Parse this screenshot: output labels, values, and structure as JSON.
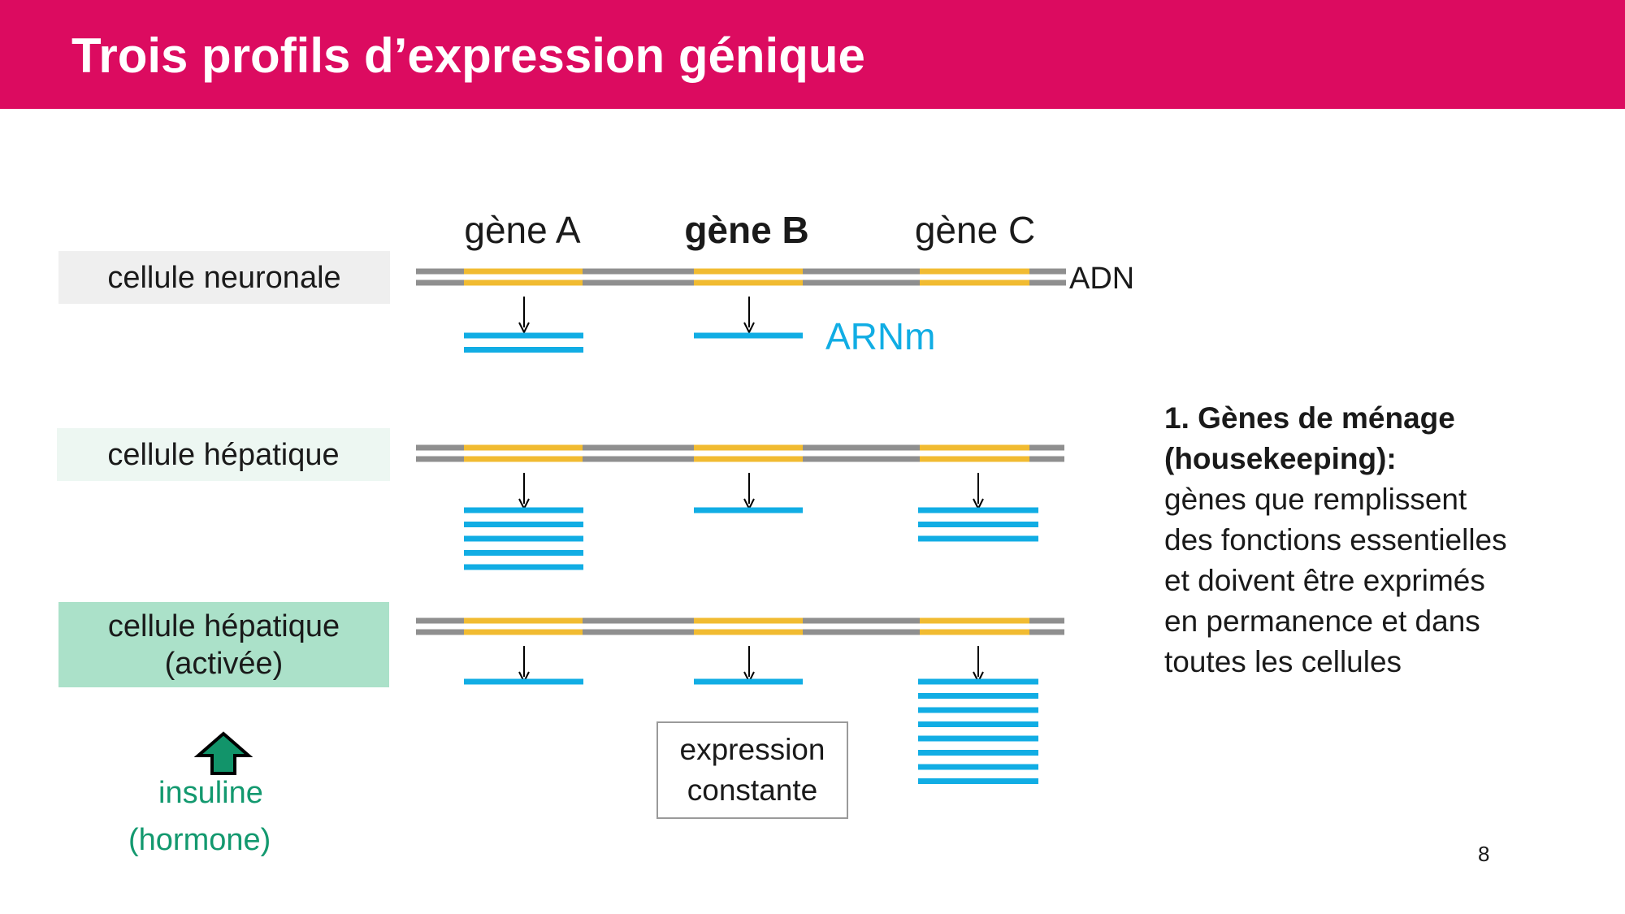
{
  "title": "Trois profils d’expression génique",
  "genes": [
    "gène A",
    "gène B",
    "gène C"
  ],
  "dna_label": "ADN",
  "mrna_label": "ARNm",
  "cells": [
    {
      "label_lines": [
        "cellule neuronale"
      ],
      "bg": "#efefef",
      "mrna_counts": [
        2,
        1,
        0
      ]
    },
    {
      "label_lines": [
        "cellule hépatique"
      ],
      "bg": "#edf7f2",
      "mrna_counts": [
        5,
        1,
        3
      ]
    },
    {
      "label_lines": [
        "cellule hépatique",
        "(activée)"
      ],
      "bg": "#abe1c9",
      "mrna_counts": [
        1,
        1,
        8
      ]
    }
  ],
  "stimulus": {
    "line1": "insuline",
    "line2": "(hormone)"
  },
  "box": {
    "line1": "expression",
    "line2": "constante"
  },
  "description": {
    "heading_lines": [
      "1. Gènes de ménage",
      "(housekeeping):"
    ],
    "body_lines": [
      "gènes que remplissent",
      "des fonctions essentielles",
      "et doivent être exprimés",
      "en permanence et dans",
      "toutes les cellules"
    ]
  },
  "page_number": "8",
  "colors": {
    "header": "#dc0b60",
    "dna": "#8f8f8f",
    "gene": "#f1bb31",
    "mrna": "#11ade4",
    "stimulus": "#13996f",
    "arrow_fill": "#12946a"
  }
}
